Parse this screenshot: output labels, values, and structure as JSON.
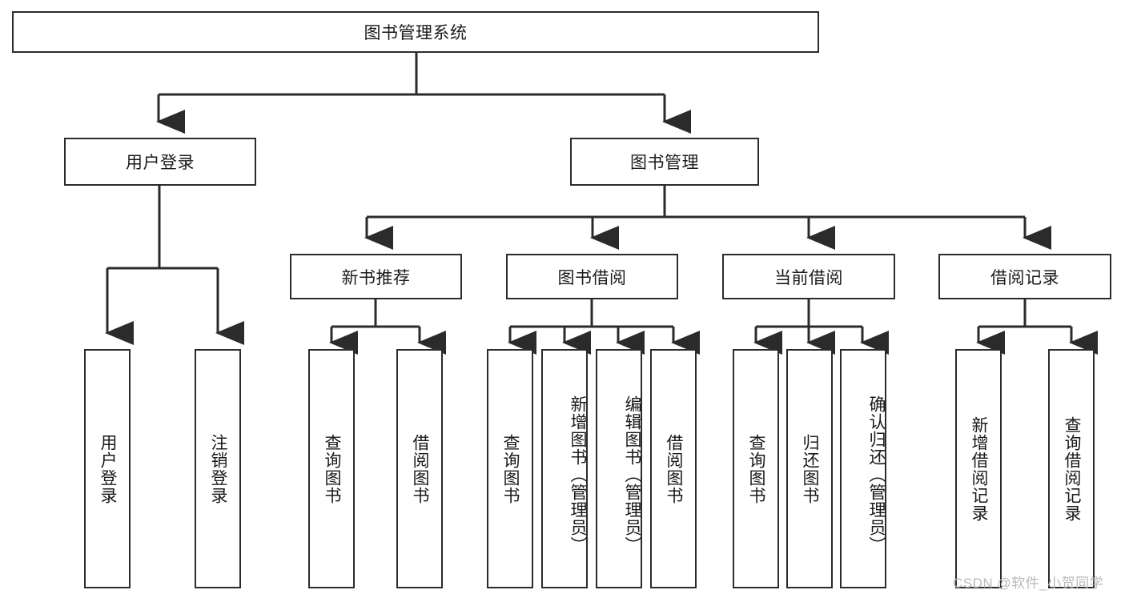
{
  "diagram": {
    "type": "tree-hierarchy",
    "title": "图书管理系统",
    "watermark": "CSDN @软件_小贺同学",
    "colors": {
      "background": "#ffffff",
      "box_border": "#2b2b2b",
      "box_fill": "#ffffff",
      "connector": "#2b2b2b",
      "text": "#1a1a1a",
      "watermark": "#b9b9b9"
    },
    "root": {
      "label": "图书管理系统"
    },
    "level1": [
      {
        "label": "用户登录"
      },
      {
        "label": "图书管理"
      }
    ],
    "level2": [
      {
        "label": "新书推荐"
      },
      {
        "label": "图书借阅"
      },
      {
        "label": "当前借阅"
      },
      {
        "label": "借阅记录"
      }
    ],
    "leaves": {
      "user_login": [
        {
          "label": "用户登录"
        },
        {
          "label": "注销登录"
        }
      ],
      "new_book_recommend": [
        {
          "label": "查询图书"
        },
        {
          "label": "借阅图书"
        }
      ],
      "book_borrow": [
        {
          "label": "查询图书"
        },
        {
          "label": "新增图书（管理员）"
        },
        {
          "label": "编辑图书（管理员）"
        },
        {
          "label": "借阅图书"
        }
      ],
      "current_borrow": [
        {
          "label": "查询图书"
        },
        {
          "label": "归还图书"
        },
        {
          "label": "确认归还（管理员）"
        }
      ],
      "borrow_record": [
        {
          "label": "新增借阅记录"
        },
        {
          "label": "查询借阅记录"
        }
      ]
    }
  }
}
